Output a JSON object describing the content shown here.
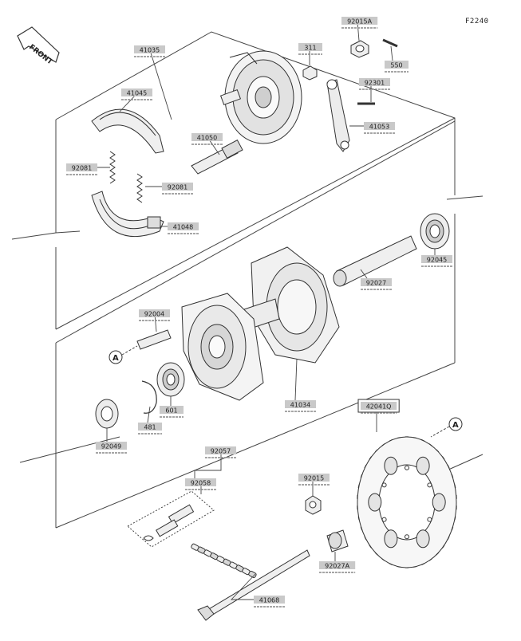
{
  "figure_id": "F2240",
  "front_label": "FRONT",
  "ref_marker": "A",
  "colors": {
    "line": "#3a3a3a",
    "label_fill": "#c9c9c9",
    "label_text": "#222222",
    "part_fill": "#f2f2f2",
    "part_shade": "#bdbdbd"
  },
  "parts": [
    {
      "id": "p41035",
      "label": "41035"
    },
    {
      "id": "p41045",
      "label": "41045"
    },
    {
      "id": "p92081a",
      "label": "92081"
    },
    {
      "id": "p92081b",
      "label": "92081"
    },
    {
      "id": "p41048",
      "label": "41048"
    },
    {
      "id": "p41050",
      "label": "41050"
    },
    {
      "id": "p92015a",
      "label": "92015A"
    },
    {
      "id": "p311",
      "label": "311"
    },
    {
      "id": "p550",
      "label": "550"
    },
    {
      "id": "p92301",
      "label": "92301"
    },
    {
      "id": "p41053",
      "label": "41053"
    },
    {
      "id": "p92045",
      "label": "92045"
    },
    {
      "id": "p92027",
      "label": "92027"
    },
    {
      "id": "p92004",
      "label": "92004"
    },
    {
      "id": "p601",
      "label": "601"
    },
    {
      "id": "p481",
      "label": "481"
    },
    {
      "id": "p92049",
      "label": "92049"
    },
    {
      "id": "p41034",
      "label": "41034"
    },
    {
      "id": "p42041q",
      "label": "42041Q"
    },
    {
      "id": "p92057",
      "label": "92057"
    },
    {
      "id": "p92058",
      "label": "92058"
    },
    {
      "id": "p92015",
      "label": "92015"
    },
    {
      "id": "p92027a",
      "label": "92027A"
    },
    {
      "id": "p41068",
      "label": "41068"
    }
  ]
}
